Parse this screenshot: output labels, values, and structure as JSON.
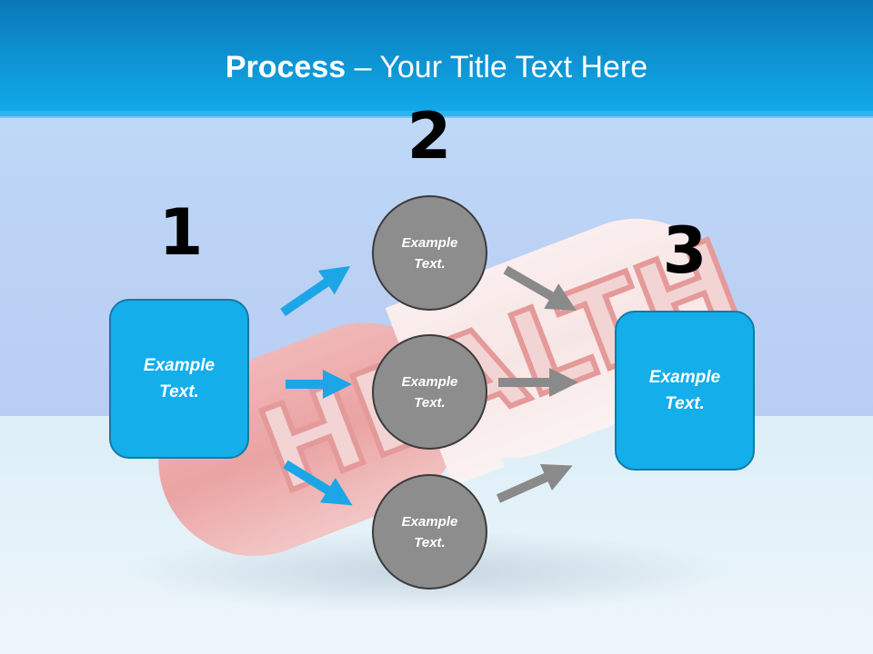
{
  "title": {
    "bold": "Process",
    "rest": " – Your Title Text Here"
  },
  "background": {
    "image_text": "HEALTH",
    "accent": "#14aeea"
  },
  "steps": [
    {
      "number": "1"
    },
    {
      "number": "2"
    },
    {
      "number": "3"
    }
  ],
  "left_box": {
    "text": "Example Text."
  },
  "circles": [
    {
      "text": "Example Text."
    },
    {
      "text": "Example Text."
    },
    {
      "text": "Example Text."
    }
  ],
  "right_box": {
    "text": "Example Text."
  },
  "colors": {
    "blue_arrow": "#1ca6e6",
    "gray_arrow": "#8a8a8a",
    "box_fill": "#14aeea",
    "circle_fill": "#8d8d8d"
  }
}
